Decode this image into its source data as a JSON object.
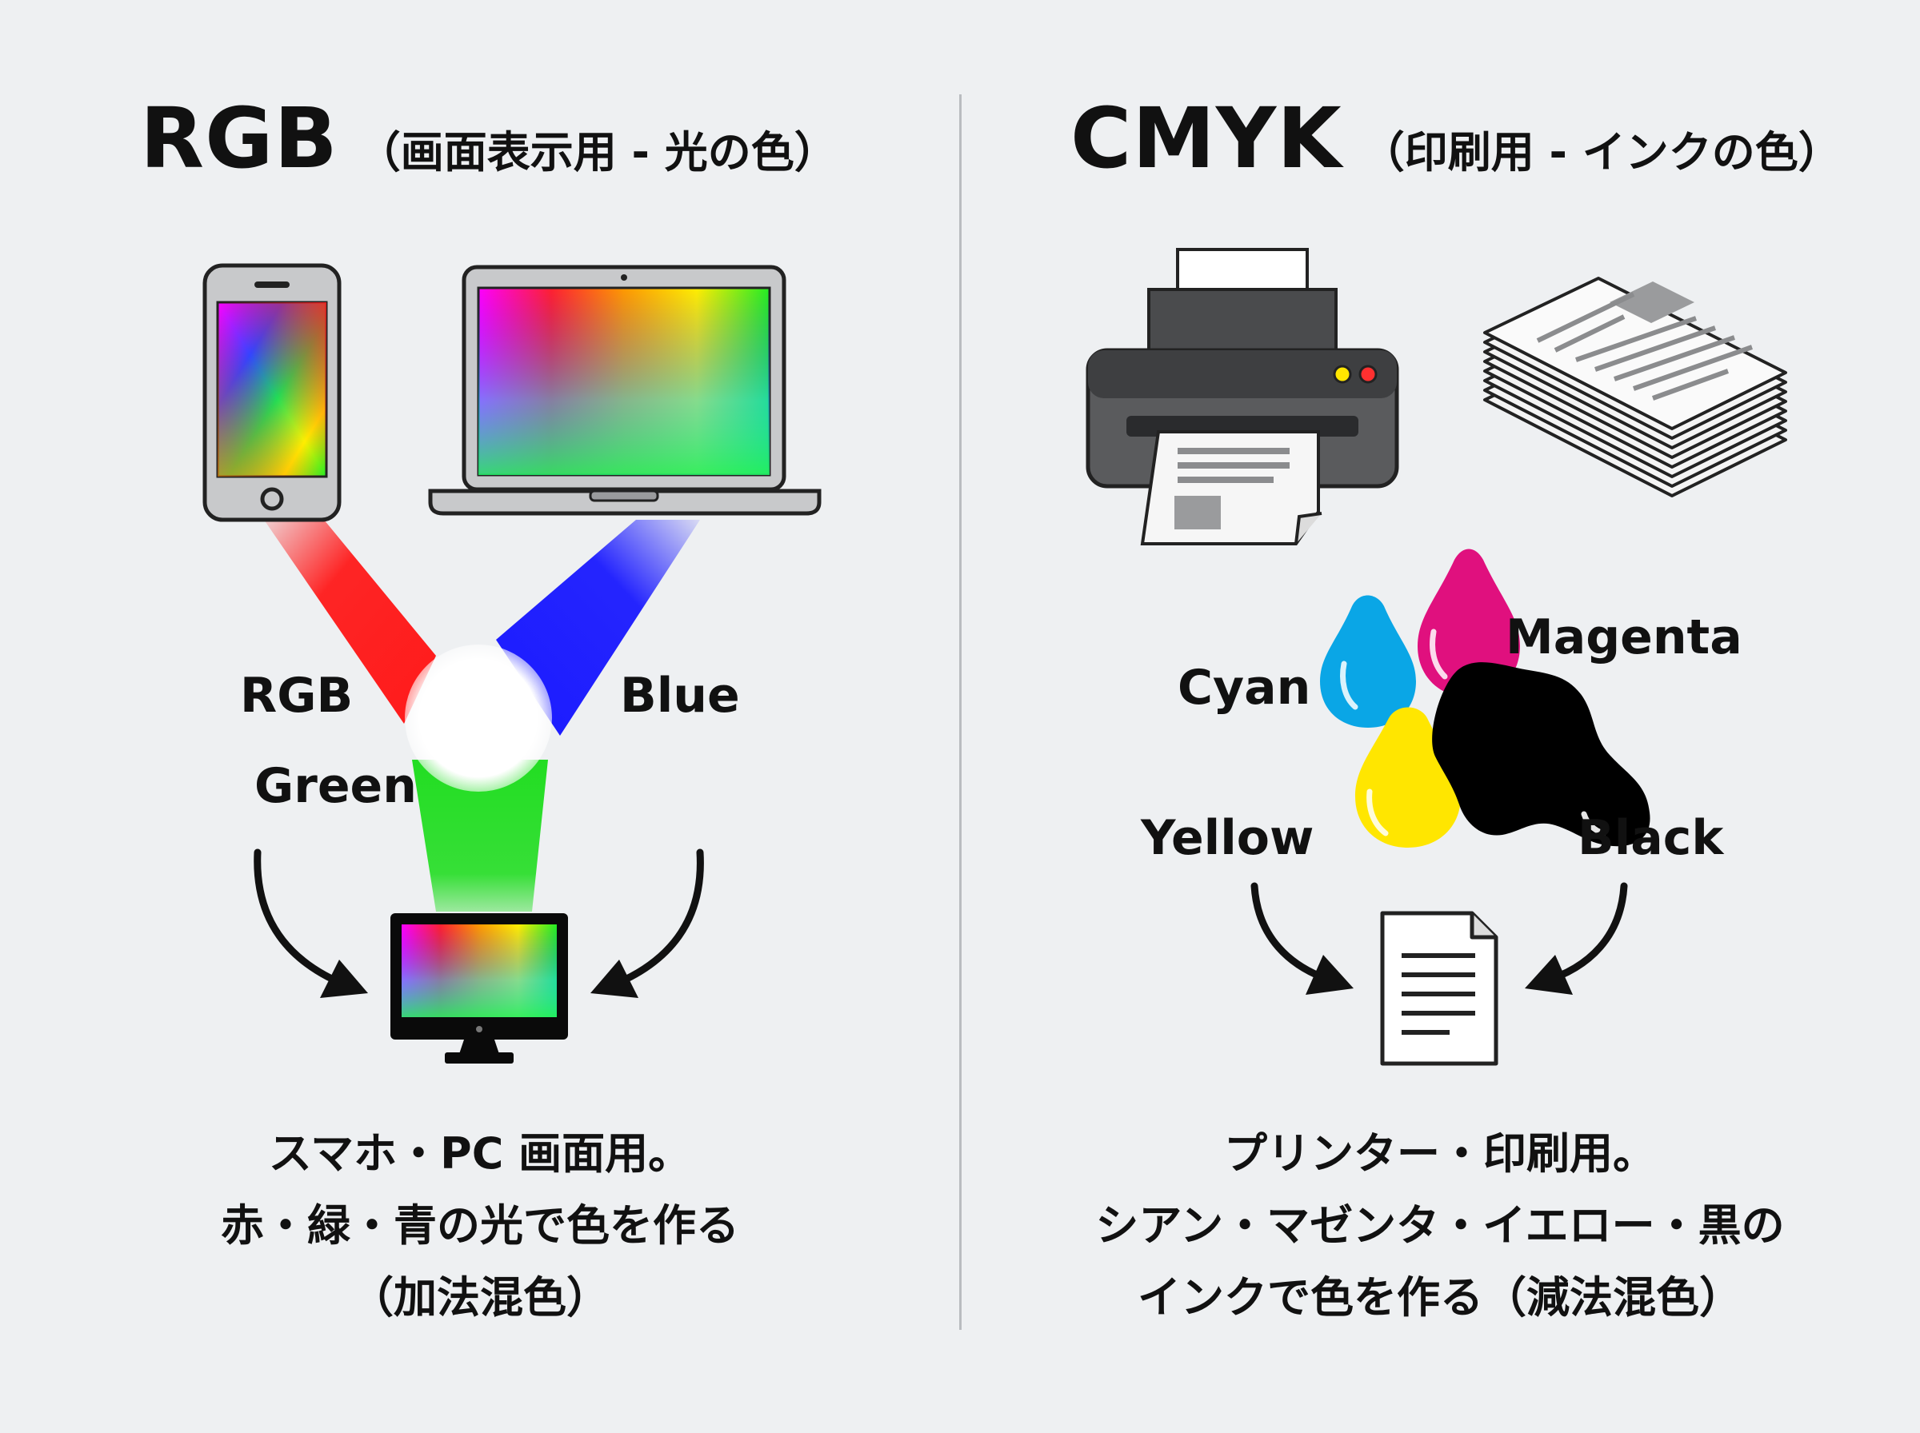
{
  "rgb": {
    "title": "RGB",
    "subtitle": "（画面表示用 - 光の色）",
    "labels": {
      "red": "RGB",
      "blue": "Blue",
      "green": "Green"
    },
    "caption": [
      "スマホ・PC 画面用。",
      "赤・緑・青の光で色を作る",
      "（加法混色）"
    ]
  },
  "cmyk": {
    "title": "CMYK",
    "subtitle": "（印刷用 - インクの色）",
    "labels": {
      "cyan": "Cyan",
      "magenta": "Magenta",
      "yellow": "Yellow",
      "black": "Black"
    },
    "caption": [
      "プリンター・印刷用。",
      "シアン・マゼンタ・イエロー・黒の",
      "インクで色を作る（減法混色）"
    ]
  },
  "colors": {
    "background": "#eef0f2",
    "red": "#ff1a1a",
    "green": "#22dd22",
    "blue": "#1a1aff",
    "cyan": "#0aa6e6",
    "magenta": "#e0107e",
    "yellow": "#ffe600",
    "black": "#000000"
  },
  "icons": [
    "smartphone-icon",
    "laptop-icon",
    "monitor-icon",
    "printer-icon",
    "paper-stack-icon",
    "document-icon",
    "ink-drop-icon",
    "curved-arrow-icon"
  ]
}
